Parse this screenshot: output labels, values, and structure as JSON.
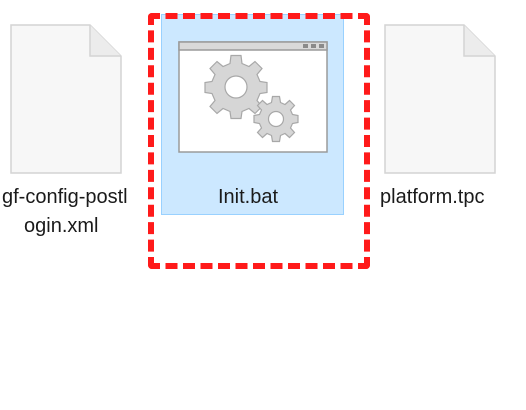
{
  "files": [
    {
      "name_line1": "gf-config-postl",
      "name_line2": "ogin.xml",
      "icon": "blank-document-icon"
    },
    {
      "name": "Init.bat",
      "icon": "batch-file-gears-icon",
      "selected": true
    },
    {
      "name": "platform.tpc",
      "icon": "blank-document-icon"
    }
  ],
  "colors": {
    "selection_fill": "#cce8ff",
    "selection_border": "#99d1ff",
    "highlight": "#ff1a1a"
  }
}
